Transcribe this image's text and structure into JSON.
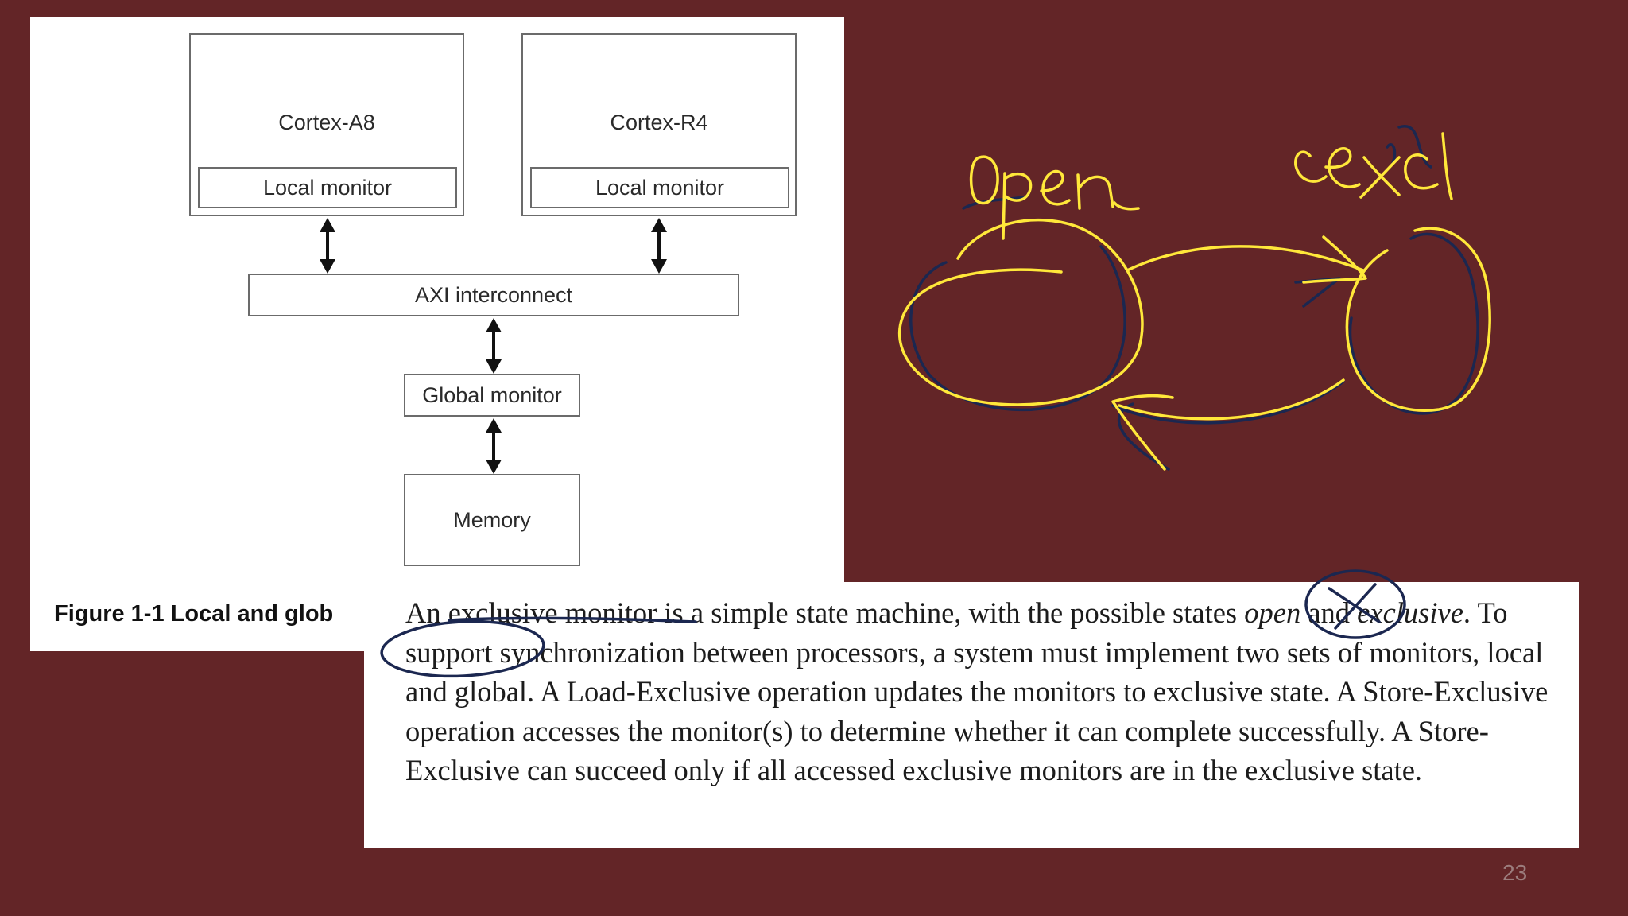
{
  "diagram": {
    "cpus": [
      {
        "name": "Cortex-A8",
        "monitor": "Local monitor"
      },
      {
        "name": "Cortex-R4",
        "monitor": "Local monitor"
      }
    ],
    "interconnect": "AXI interconnect",
    "global_monitor": "Global monitor",
    "memory": "Memory",
    "caption": "Figure 1-1 Local and glob"
  },
  "paragraph": {
    "t1": "An ",
    "t2": "exclusive monitor",
    "t3": " is a simple state machine, with the possible states ",
    "t4": "open",
    "t5": " and ",
    "t6": "exclusive",
    "t7": ". To support synchronization between processors, a system must implement two sets of monitors, local and global. A Load-Exclusive operation updates the monitors to exclusive state. A Store-Exclusive operation accesses the monitor(s) to determine whether it can complete successfully. A Store-Exclusive can succeed only if all accessed exclusive monitors are in the exclusive state."
  },
  "annotations": {
    "label_open": "open",
    "label_excl": "excl",
    "ink_colors": {
      "yellow": "#ffe83a",
      "navy": "#1b2750"
    }
  },
  "slide_number": "23",
  "colors": {
    "background": "#632527",
    "panel": "#ffffff"
  }
}
